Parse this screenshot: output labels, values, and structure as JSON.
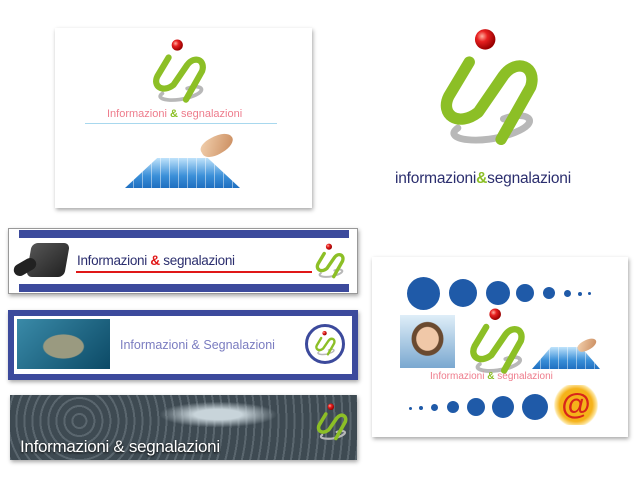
{
  "brand_name": "Informazioni & segnalazioni",
  "card_main": {
    "text_a": "Informazioni",
    "amp": "&",
    "text_b": "segnalazioni"
  },
  "big_logo": {
    "text_a": "informazioni",
    "amp": "&",
    "text_b": "segnalazioni"
  },
  "banner_phone": {
    "text_a": "Informazioni",
    "amp": "&",
    "text_b": "segnalazioni"
  },
  "banner_network": {
    "text": "Informazioni & Segnalazioni"
  },
  "banner_puzzle": {
    "text": "Informazioni & segnalazioni"
  },
  "card_dots": {
    "text_a": "Informazioni",
    "amp": "&",
    "text_b": "segnalazioni",
    "at_symbol": "@"
  },
  "colors": {
    "green": "#8cbf26",
    "red": "#e01818",
    "navy": "#2b2e6e",
    "blue": "#3c4a9c",
    "pink": "#ee7c8c",
    "dot_blue": "#1f5aa8"
  }
}
